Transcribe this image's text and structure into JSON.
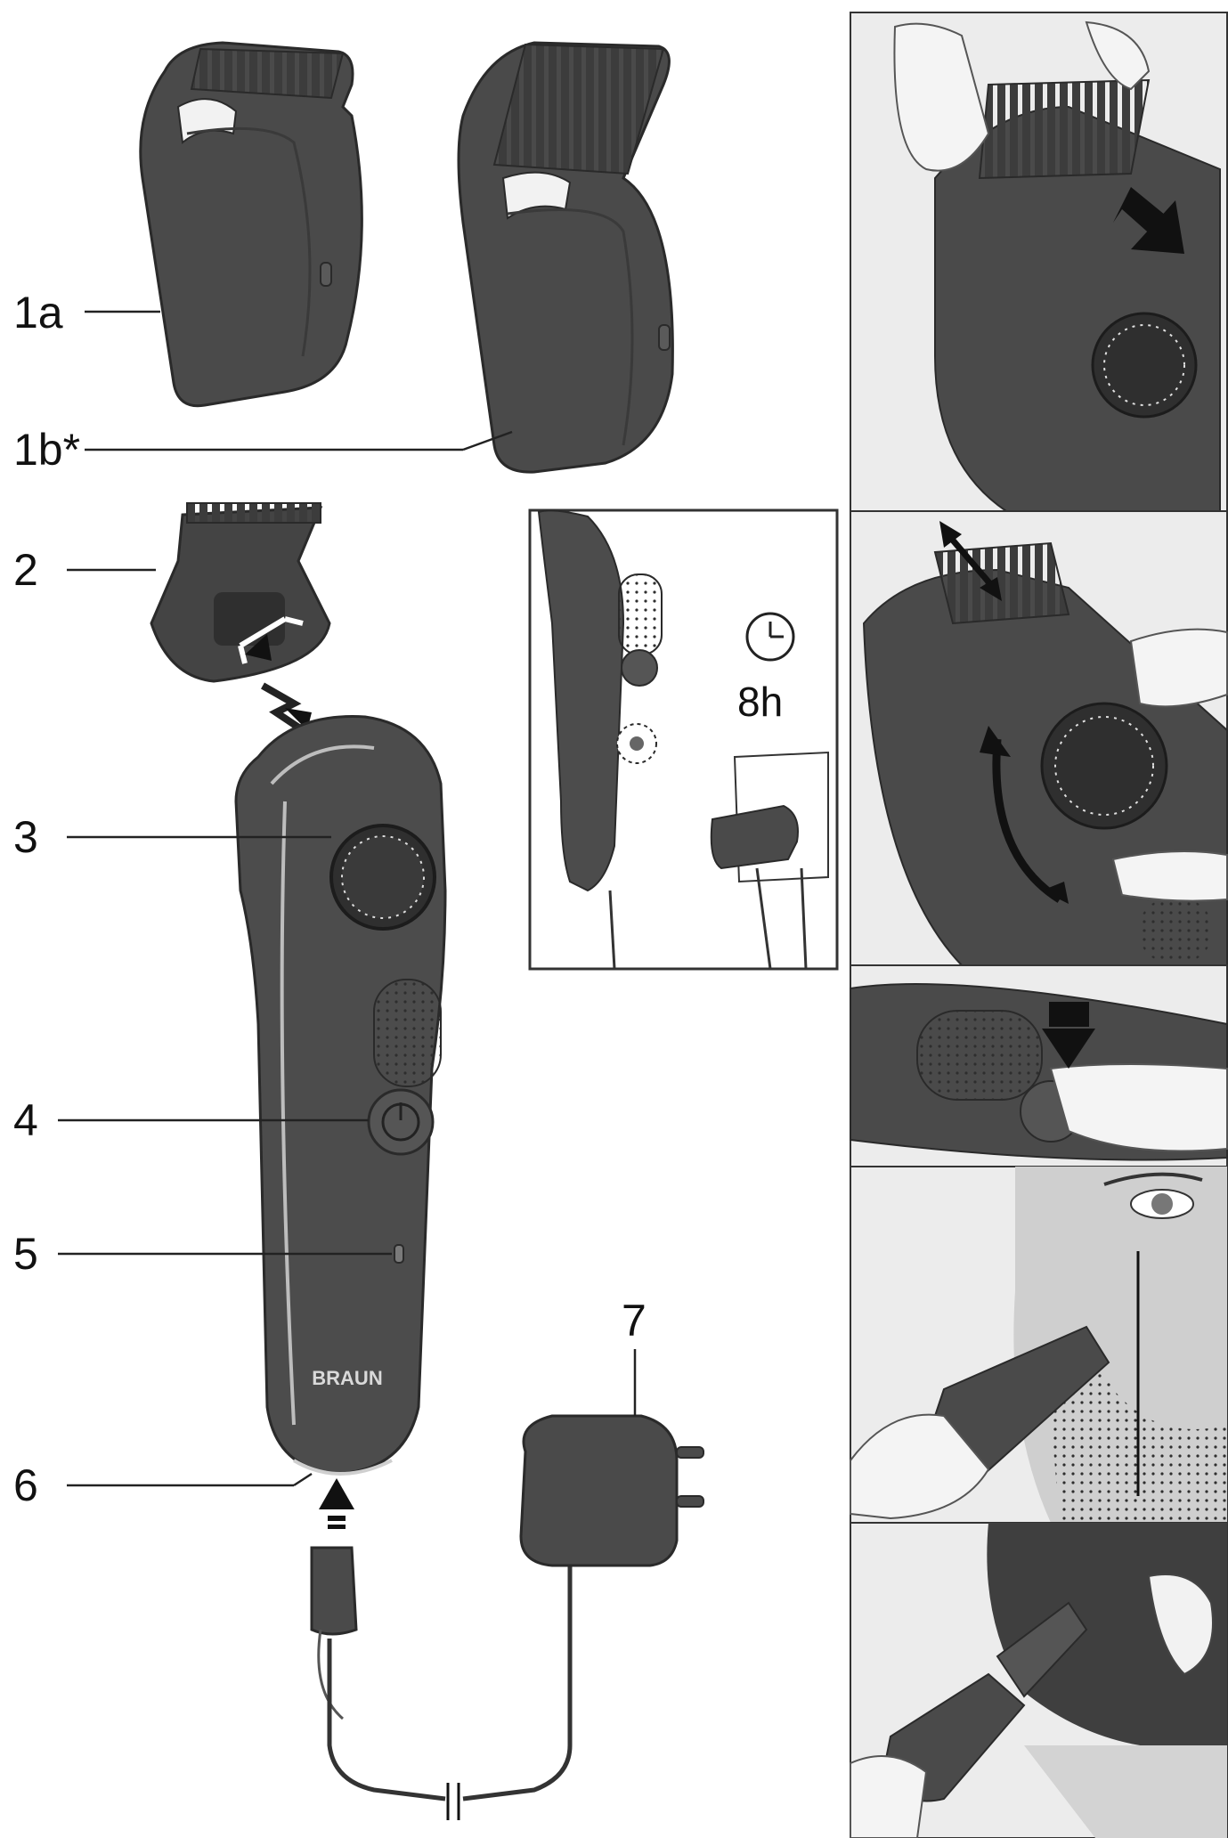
{
  "labels": {
    "l1a": "1a",
    "l1b": "1b*",
    "l2": "2",
    "l3": "3",
    "l4": "4",
    "l5": "5",
    "l6": "6",
    "l7": "7"
  },
  "charge_panel": {
    "time": "8h"
  },
  "brand": {
    "logo": "BRAUN"
  },
  "colors": {
    "device": "#4a4a4a",
    "device_dark": "#3a3a3a",
    "skin": "#e6e6e6",
    "line": "#333333",
    "accent": "#bdbdbd"
  }
}
